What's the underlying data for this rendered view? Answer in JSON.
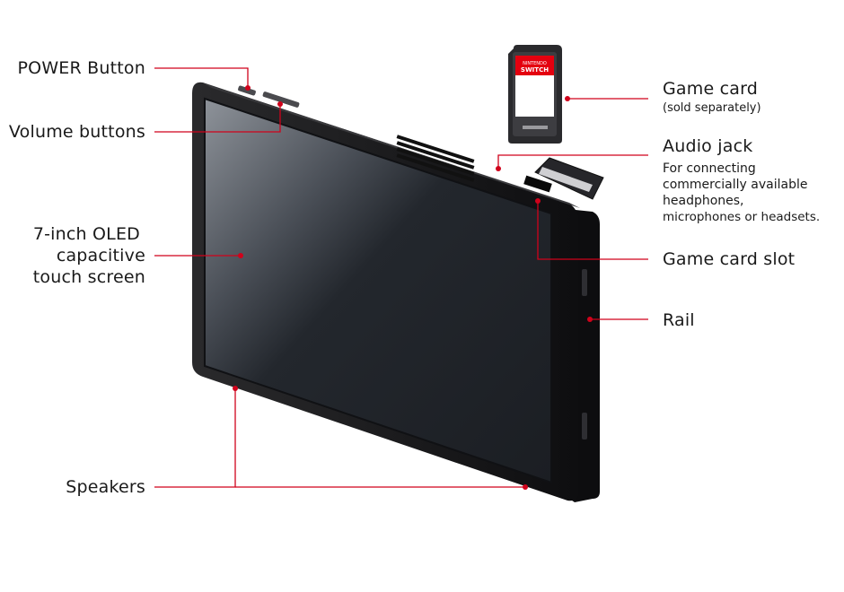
{
  "labels": {
    "power": "POWER Button",
    "volume": "Volume buttons",
    "screen_l1": "7-inch OLED",
    "screen_l2": "capacitive",
    "screen_l3": "touch screen",
    "speakers": "Speakers",
    "game_card": "Game card",
    "game_card_note": "(sold separately)",
    "audio_jack": "Audio jack",
    "audio_desc_l1": "For connecting",
    "audio_desc_l2": "commercially available",
    "audio_desc_l3": "headphones,",
    "audio_desc_l4": "microphones or headsets.",
    "game_card_slot": "Game card slot",
    "rail": "Rail"
  },
  "cartridge": {
    "logo_l1": "NINTENDO",
    "logo_l2": "SWITCH"
  },
  "colors": {
    "leader": "#d0021b",
    "device_body": "#1c1c1e",
    "screen": "#2b2f36",
    "cartridge_badge": "#e4000f"
  }
}
